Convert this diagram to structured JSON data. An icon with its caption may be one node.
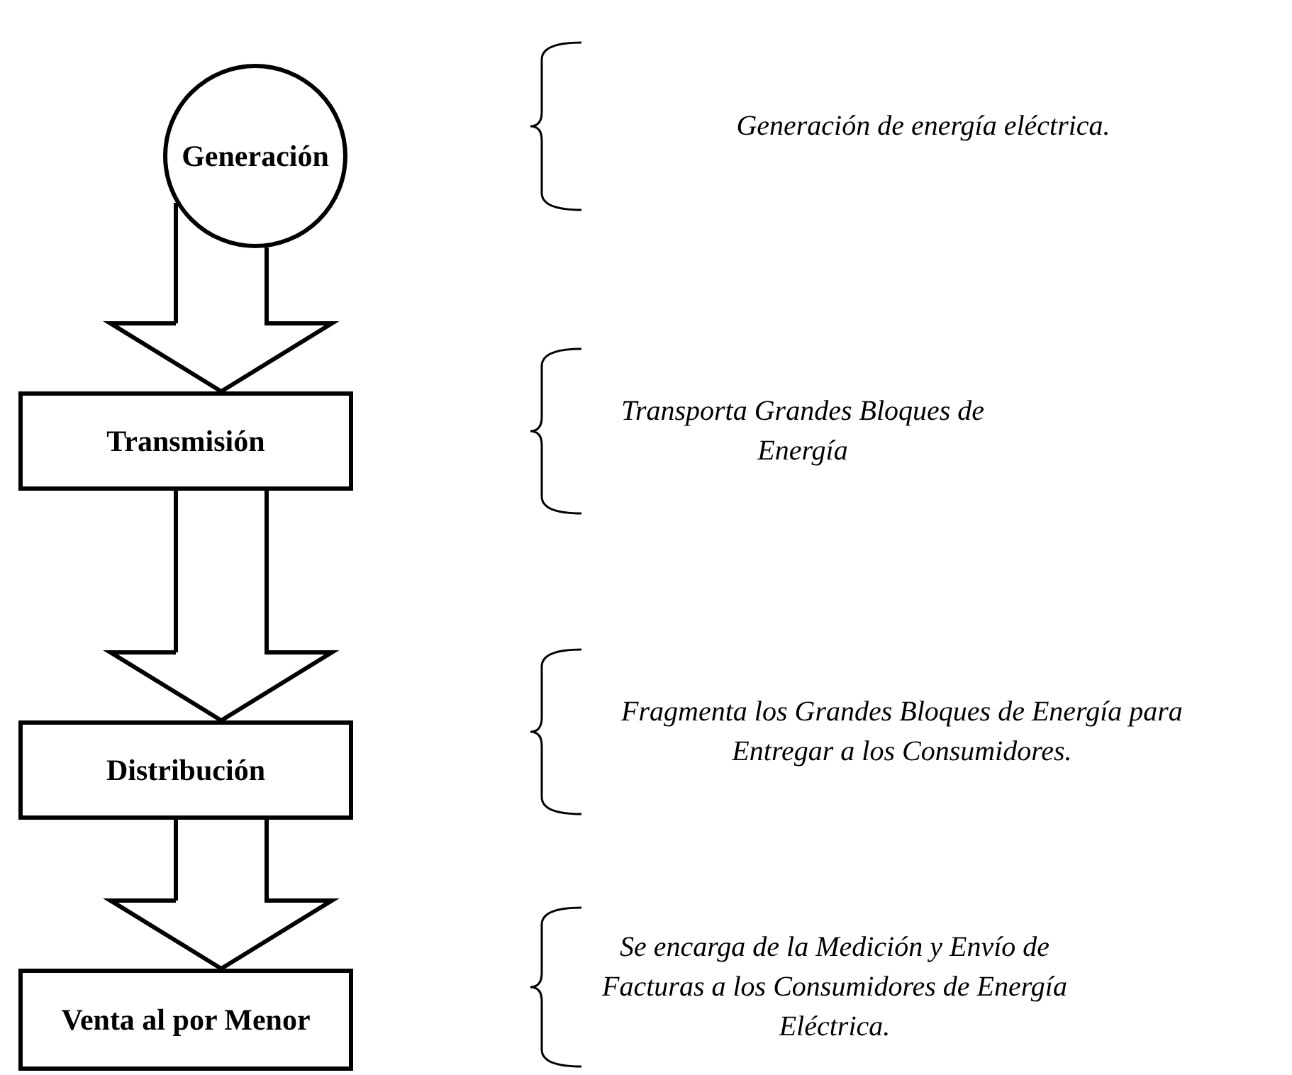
{
  "diagram": {
    "nodes": [
      {
        "text": [
          "Generación"
        ]
      },
      {
        "text": [
          "Transmisión"
        ]
      },
      {
        "text": [
          "Distribución"
        ]
      },
      {
        "text": [
          "Venta al por Menor"
        ]
      }
    ],
    "edges": [
      {
        "from": 0,
        "to": 1,
        "arrow": "to"
      },
      {
        "from": 1,
        "to": 2,
        "arrow": "to"
      },
      {
        "from": 2,
        "to": 3,
        "arrow": "to"
      }
    ],
    "labels": [
      "Generación de energía eléctrica.",
      "Transporta Grandes Bloques de Energía",
      "Fragmenta los Grandes Bloques de Energía para Entregar a los Consumidores.",
      "Se encarga de la Medición y Envío de Facturas a los Consumidores de Energía Eléctrica."
    ]
  }
}
